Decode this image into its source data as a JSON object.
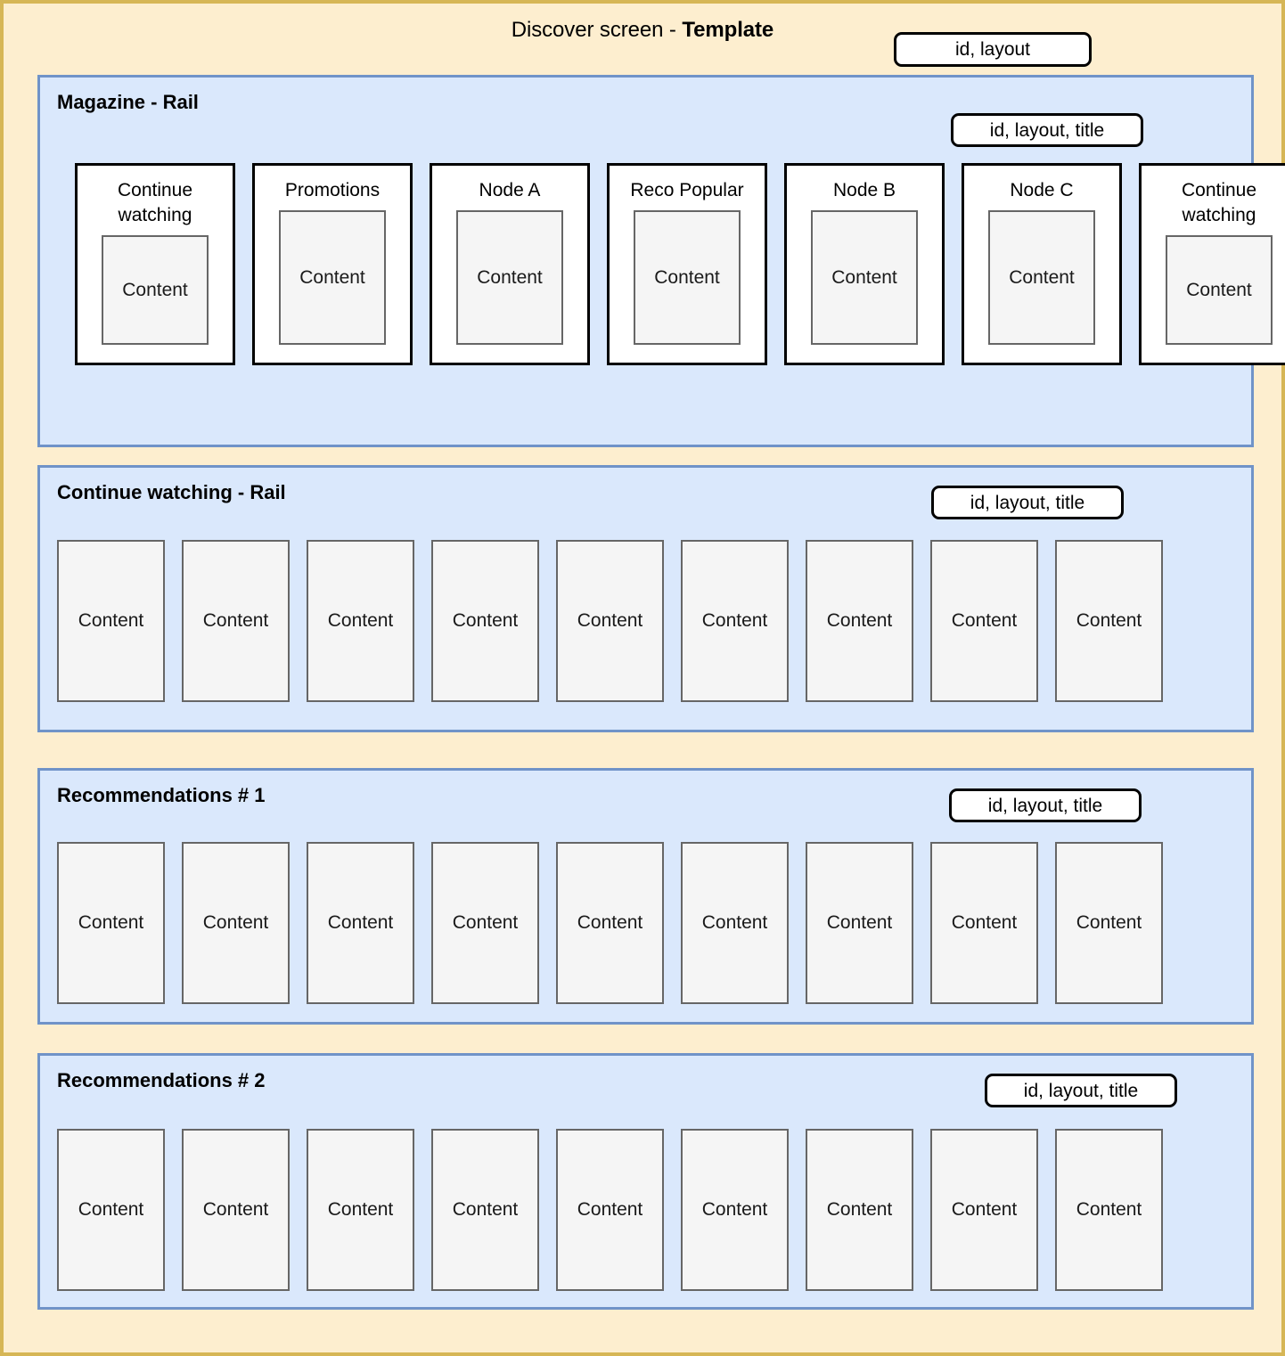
{
  "header": {
    "title_prefix": "Discover screen - ",
    "title_strong": "Template",
    "badge": "id, layout"
  },
  "sections": [
    {
      "key": "magazine",
      "title": "Magazine - Rail",
      "badge": "id, layout, title",
      "type": "magazine",
      "cards": [
        {
          "title": "Continue watching",
          "content": "Content"
        },
        {
          "title": "Promotions",
          "content": "Content"
        },
        {
          "title": "Node A",
          "content": "Content"
        },
        {
          "title": "Reco Popular",
          "content": "Content"
        },
        {
          "title": "Node B",
          "content": "Content"
        },
        {
          "title": "Node C",
          "content": "Content"
        },
        {
          "title": "Continue watching",
          "content": "Content"
        }
      ]
    },
    {
      "key": "continue",
      "title": "Continue watching - Rail",
      "badge": "id, layout, title",
      "type": "rail",
      "cards": [
        {
          "content": "Content"
        },
        {
          "content": "Content"
        },
        {
          "content": "Content"
        },
        {
          "content": "Content"
        },
        {
          "content": "Content"
        },
        {
          "content": "Content"
        },
        {
          "content": "Content"
        },
        {
          "content": "Content"
        },
        {
          "content": "Content"
        }
      ]
    },
    {
      "key": "reco1",
      "title": "Recommendations # 1",
      "badge": "id, layout, title",
      "type": "rail",
      "cards": [
        {
          "content": "Content"
        },
        {
          "content": "Content"
        },
        {
          "content": "Content"
        },
        {
          "content": "Content"
        },
        {
          "content": "Content"
        },
        {
          "content": "Content"
        },
        {
          "content": "Content"
        },
        {
          "content": "Content"
        },
        {
          "content": "Content"
        }
      ]
    },
    {
      "key": "reco2",
      "title": "Recommendations # 2",
      "badge": "id, layout, title",
      "type": "rail",
      "cards": [
        {
          "content": "Content"
        },
        {
          "content": "Content"
        },
        {
          "content": "Content"
        },
        {
          "content": "Content"
        },
        {
          "content": "Content"
        },
        {
          "content": "Content"
        },
        {
          "content": "Content"
        },
        {
          "content": "Content"
        },
        {
          "content": "Content"
        }
      ]
    }
  ],
  "colors": {
    "page_background": "#fdeecf",
    "page_border": "#d6b656",
    "panel_background": "#dae8fc",
    "panel_border": "#7093c8",
    "card_background": "#ffffff",
    "card_border": "#000000",
    "content_background": "#f5f5f5",
    "content_border": "#666666"
  }
}
